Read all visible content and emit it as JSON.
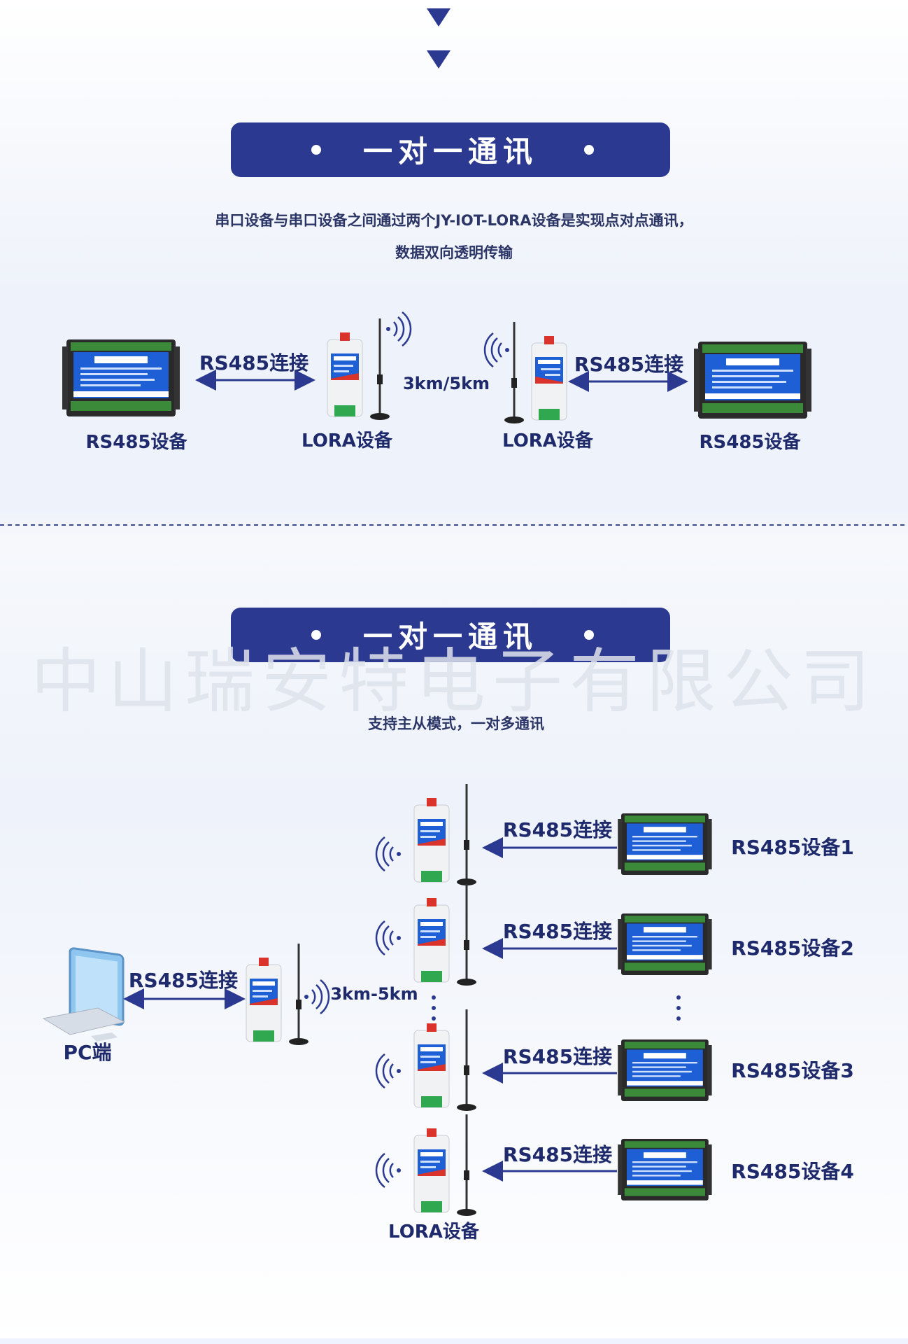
{
  "section1": {
    "banner": "一对一通讯",
    "desc_line1": "串口设备与串口设备之间通过两个JY-IOT-LORA设备是实现点对点通讯，",
    "desc_line2": "数据双向透明传输",
    "left_device_label": "RS485设备",
    "left_link_label": "RS485连接",
    "lora_left_label": "LORA设备",
    "distance": "3km/5km",
    "lora_right_label": "LORA设备",
    "right_link_label": "RS485连接",
    "right_device_label": "RS485设备"
  },
  "watermark": "中山瑞安特电子有限公司",
  "section2": {
    "banner": "一对一通讯",
    "desc": "支持主从模式，一对多通讯",
    "pc_label": "PC端",
    "pc_link_label": "RS485连接",
    "distance": "3km-5km",
    "lora_label": "LORA设备",
    "branches": [
      {
        "link": "RS485连接",
        "device": "RS485设备1"
      },
      {
        "link": "RS485连接",
        "device": "RS485设备2"
      },
      {
        "link": "RS485连接",
        "device": "RS485设备3"
      },
      {
        "link": "RS485连接",
        "device": "RS485设备4"
      }
    ]
  },
  "colors": {
    "navy": "#2b3990",
    "text": "#1e2a6c",
    "module_blue": "#1f5fd6"
  }
}
